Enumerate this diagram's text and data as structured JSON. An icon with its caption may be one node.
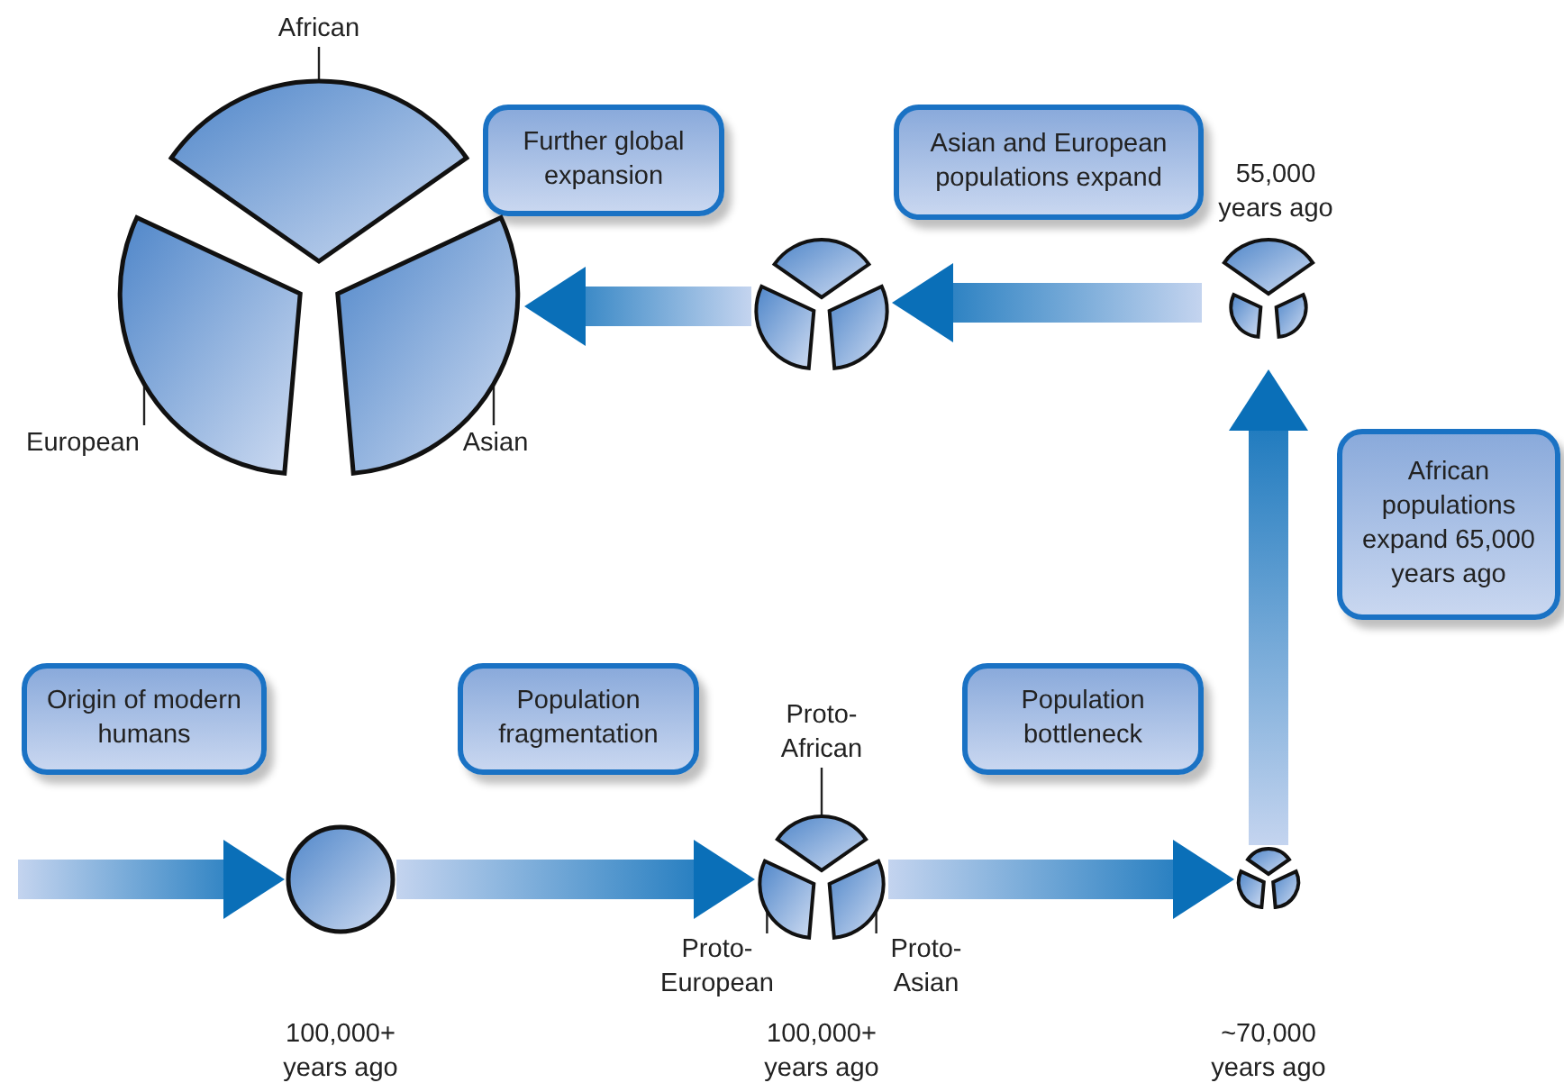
{
  "diagram": {
    "nodes": [
      {
        "text": [
          "African"
        ]
      },
      {
        "text": [
          "Further global expansion"
        ]
      },
      {
        "text": [
          "Asian and European populations expand"
        ]
      },
      {
        "text": [],
        "shape": "pie"
      },
      {
        "text": [],
        "shape": "wedge",
        "in": 3
      },
      {
        "text": [],
        "shape": "wedge",
        "in": 3
      },
      {
        "text": [],
        "shape": "wedge",
        "in": 3
      },
      {
        "text": [],
        "shape": "pie"
      },
      {
        "text": [],
        "shape": "pie"
      },
      {
        "text": [
          "European"
        ]
      },
      {
        "text": [
          "Asian"
        ]
      },
      {
        "text": [
          "African populations expand 65,000 years ago"
        ]
      },
      {
        "text": [
          "Origin of modern humans"
        ]
      },
      {
        "text": [
          "Population fragmentation"
        ]
      },
      {
        "text": [
          "Proto-African"
        ]
      },
      {
        "text": [
          "Population bottleneck"
        ]
      },
      {
        "text": [],
        "shape": "circle"
      },
      {
        "text": [],
        "shape": "pie"
      },
      {
        "text": [],
        "shape": "wedge",
        "in": 17
      },
      {
        "text": [],
        "shape": "wedge",
        "in": 17
      },
      {
        "text": [],
        "shape": "wedge",
        "in": 17
      },
      {
        "text": [],
        "shape": "pie"
      },
      {
        "text": [
          "Proto-European"
        ]
      },
      {
        "text": [
          "Proto-Asian"
        ]
      }
    ],
    "edges": [
      {
        "from": null,
        "to": 16,
        "arrow": "to",
        "style": "thick",
        "color": "#0a6fb8"
      },
      {
        "from": 16,
        "to": 17,
        "arrow": "to",
        "style": "thick",
        "color": "#0a6fb8"
      },
      {
        "from": 17,
        "to": 21,
        "arrow": "to",
        "style": "thick",
        "color": "#0a6fb8"
      },
      {
        "from": 21,
        "to": 8,
        "arrow": "to",
        "style": "thick",
        "color": "#0a6fb8"
      },
      {
        "from": 8,
        "to": 7,
        "arrow": "to",
        "style": "thick",
        "color": "#0a6fb8"
      },
      {
        "from": 7,
        "to": 3,
        "arrow": "to",
        "style": "thick",
        "color": "#0a6fb8"
      },
      {
        "from": 0,
        "to": 4,
        "arrow": "none"
      },
      {
        "from": 9,
        "to": 5,
        "arrow": "none"
      },
      {
        "from": 10,
        "to": 6,
        "arrow": "none"
      },
      {
        "from": 14,
        "to": 18,
        "arrow": "none"
      },
      {
        "from": 22,
        "to": 19,
        "arrow": "none"
      },
      {
        "from": 23,
        "to": 20,
        "arrow": "none"
      }
    ],
    "labels": [
      "55,000 years ago",
      "100,000+ years ago",
      "100,000+ years ago",
      "~70,000 years ago"
    ]
  }
}
